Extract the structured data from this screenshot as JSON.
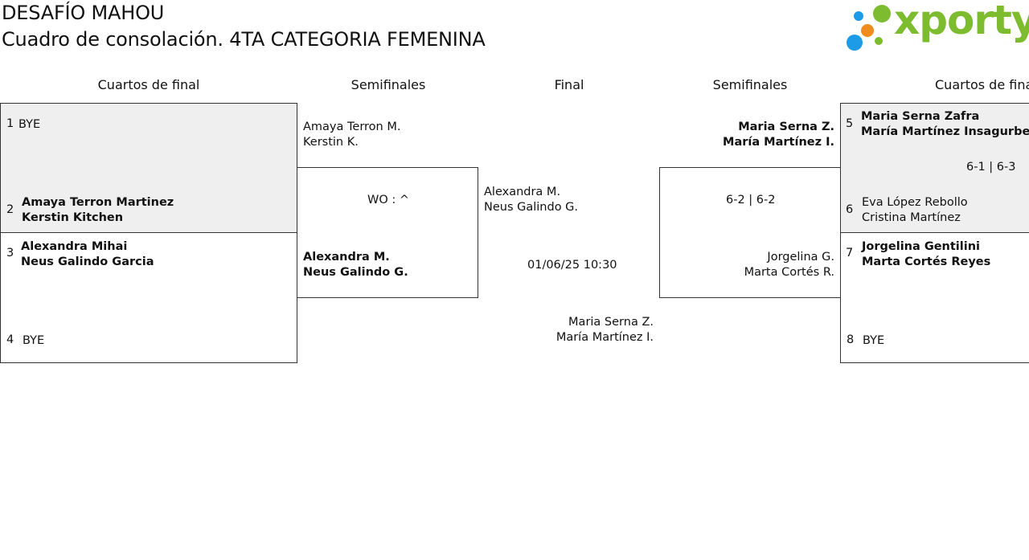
{
  "header": {
    "title": "DESAFÍO MAHOU",
    "subtitle": "Cuadro de consolación. 4TA CATEGORIA FEMENINA"
  },
  "logo": {
    "text": "xporty",
    "color": "#7dbb2f",
    "dot_colors": [
      "#f08c1e",
      "#1e9be6",
      "#7dbb2f"
    ]
  },
  "columns": {
    "qf_left": "Cuartos de final",
    "sf_left": "Semifinales",
    "final": "Final",
    "sf_right": "Semifinales",
    "qf_right": "Cuartos de final"
  },
  "left_qf": {
    "s1": {
      "seed": "1",
      "name": "BYE"
    },
    "s2": {
      "seed": "2",
      "p1": "Amaya Terron Martinez",
      "p2": "Kerstin Kitchen"
    },
    "s3": {
      "seed": "3",
      "p1": "Alexandra Mihai",
      "p2": "Neus Galindo Garcia"
    },
    "s4": {
      "seed": "4",
      "name": "BYE"
    }
  },
  "left_sf": {
    "top": {
      "p1": "Amaya Terron M.",
      "p2": "Kerstin K."
    },
    "score": "WO : ^",
    "bottom": {
      "p1": "Alexandra M.",
      "p2": "Neus Galindo G."
    }
  },
  "final": {
    "top": {
      "p1": "Alexandra M.",
      "p2": "Neus Galindo G."
    },
    "datetime": "01/06/25 10:30",
    "bottom": {
      "p1": "Maria Serna Z.",
      "p2": "María Martínez I."
    }
  },
  "right_sf": {
    "top": {
      "p1": "Maria Serna Z.",
      "p2": "María Martínez I."
    },
    "score": "6-2 | 6-2",
    "bottom": {
      "p1": "Jorgelina G.",
      "p2": "Marta Cortés R."
    }
  },
  "right_qf": {
    "s5": {
      "seed": "5",
      "p1": "Maria Serna Zafra",
      "p2": "María Martínez Insagurbe"
    },
    "score": "6-1 | 6-3",
    "s6": {
      "seed": "6",
      "p1": "Eva López Rebollo",
      "p2": "Cristina Martínez"
    },
    "s7": {
      "seed": "7",
      "p1": "Jorgelina Gentilini",
      "p2": "Marta Cortés Reyes"
    },
    "s8": {
      "seed": "8",
      "name": "BYE"
    }
  }
}
